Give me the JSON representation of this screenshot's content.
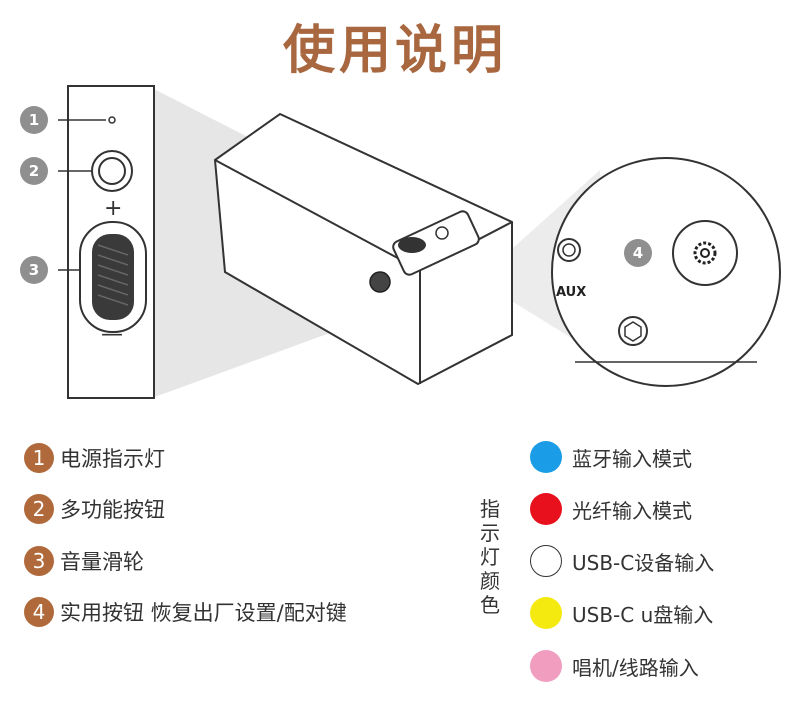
{
  "title": "使用说明",
  "callouts": [
    "1",
    "2",
    "3",
    "4"
  ],
  "aux_label": "AUX",
  "plus_label": "+",
  "minus_label": "—",
  "legend": [
    {
      "num": "1",
      "text": "电源指示灯"
    },
    {
      "num": "2",
      "text": "多功能按钮"
    },
    {
      "num": "3",
      "text": "音量滑轮"
    },
    {
      "num": "4",
      "text": "实用按钮 恢复出厂设置/配对键"
    }
  ],
  "indicator_label": [
    "指",
    "示",
    "灯",
    "颜",
    "色"
  ],
  "indicator_colors": [
    {
      "color": "#1a9de6",
      "text": "蓝牙输入模式"
    },
    {
      "color": "#e8101c",
      "text": " 光纤输入模式"
    },
    {
      "color": "#ffffff",
      "text": "USB-C设备输入"
    },
    {
      "color": "#f5ea10",
      "text": "USB-C u盘输入"
    },
    {
      "color": "#f09dc0",
      "text": "唱机/线路输入"
    }
  ]
}
